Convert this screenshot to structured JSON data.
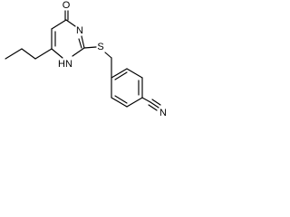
{
  "molecule": {
    "atom_labels": {
      "oxygen": "O",
      "ring_nitrogen": "N",
      "nh": "H",
      "nh_n": "N",
      "sulfur": "S",
      "nitrile_nitrogen": "N"
    },
    "colors": {
      "bond": "#000000",
      "label": "#000000",
      "background": "#ffffff"
    }
  }
}
